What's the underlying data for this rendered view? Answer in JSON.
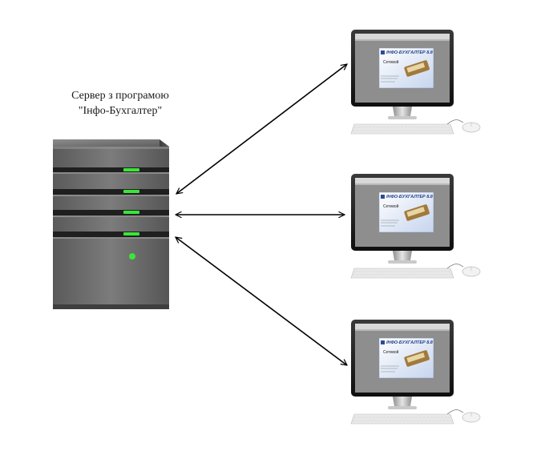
{
  "server": {
    "caption_line1": "Сервер з програмою",
    "caption_line2": "\"Інфо-Бухгалтер\"",
    "led_color": "#39e639"
  },
  "workstations": [
    {
      "splash_title": "ІНФО-БУХГАЛТЕР 8.8",
      "splash_subtitle": "Сетевой"
    },
    {
      "splash_title": "ІНФО-БУХГАЛТЕР 8.8",
      "splash_subtitle": "Сетевой"
    },
    {
      "splash_title": "ІНФО-БУХГАЛТЕР 8.8",
      "splash_subtitle": "Сетевой"
    }
  ],
  "connections": {
    "style": "bidirectional-arrow",
    "color": "#000000",
    "count": 3
  }
}
